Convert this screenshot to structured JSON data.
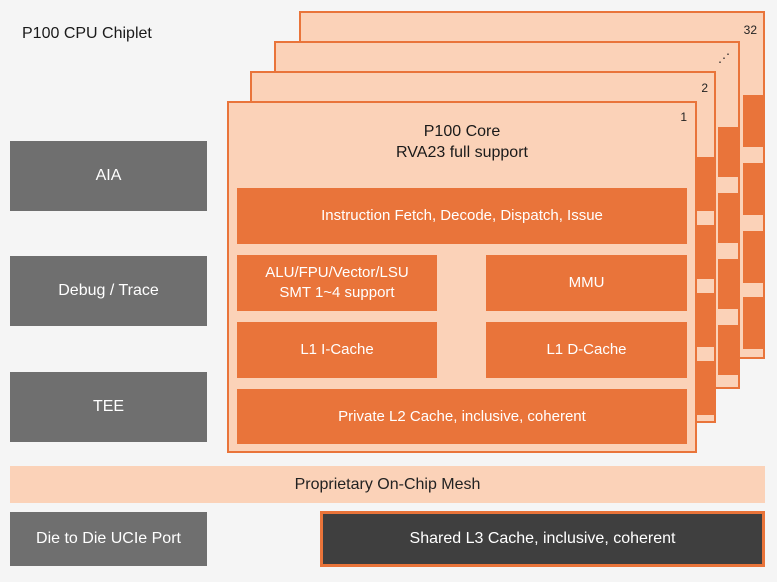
{
  "chiplet": {
    "title": "P100 CPU Chiplet"
  },
  "left_blocks": [
    "AIA",
    "Debug / Trace",
    "TEE"
  ],
  "core_stack": {
    "labels": {
      "card_1": "1",
      "card_2": "2",
      "card_dots": "⋰",
      "card_32": "32"
    }
  },
  "core": {
    "title_line1": "P100 Core",
    "title_line2": "RVA23 full support",
    "ifetch": "Instruction Fetch, Decode, Dispatch, Issue",
    "alu_line1": "ALU/FPU/Vector/LSU",
    "alu_line2": "SMT 1~4 support",
    "mmu": "MMU",
    "l1i": "L1 I-Cache",
    "l1d": "L1 D-Cache",
    "l2": "Private L2 Cache, inclusive, coherent"
  },
  "mesh": {
    "label": "Proprietary On-Chip Mesh"
  },
  "d2d": {
    "label": "Die to Die UCIe Port"
  },
  "l3": {
    "label": "Shared L3 Cache, inclusive, coherent"
  },
  "colors": {
    "accent_orange": "#e9743a",
    "light_orange": "#fbd2b8",
    "gray": "#6f6f6f",
    "dark_gray": "#3f3f3f"
  }
}
